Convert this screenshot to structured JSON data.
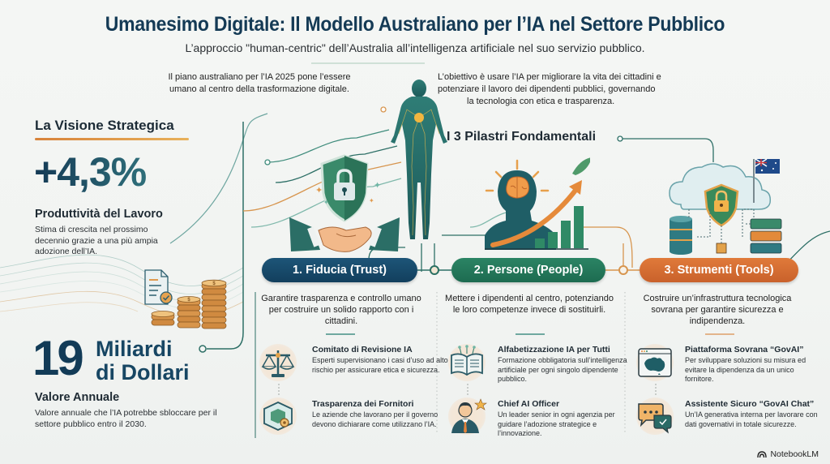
{
  "header": {
    "title": "Umanesimo Digitale: Il Modello Australiano per l’IA nel Settore Pubblico",
    "subtitle": "L’approccio \"human-centric\" dell’Australia all’intelligenza artificiale nel suo servizio pubblico."
  },
  "intro": {
    "left": "Il piano australiano per l’IA 2025 pone l’essere umano al centro della trasformazione digitale.",
    "right_line1": "L’obiettivo è usare l’IA per  migliorare la vita dei cittadini e",
    "right_line2": "potenziare il lavoro dei dipendenti pubblici, governando",
    "right_line3": "la tecnologia con etica e trasparenza."
  },
  "vision": {
    "title": "La Visione Strategica",
    "productivity": {
      "value": "+4,3%",
      "label": "Produttività del Lavoro",
      "description": "Stima di crescita nel prossimo decennio grazie a una più ampia adozione dell’IA."
    },
    "annual_value": {
      "number": "19",
      "unit_line1": "Miliardi",
      "unit_line2": "di Dollari",
      "label": "Valore Annuale",
      "description": "Valore annuale che l’IA potrebbe sbloccare per il settore pubblico entro il 2030."
    }
  },
  "pillars": {
    "heading": "I 3 Pilastri Fondamentali",
    "items": [
      {
        "label": "1. Fiducia (Trust)",
        "color": "#1a4d6e",
        "description": "Garantire trasparenza e controllo umano per costruire un solido rapporto con i cittadini.",
        "points": [
          {
            "icon": "scales-icon",
            "title": "Comitato di Revisione IA",
            "description": "Esperti supervisionano i casi d’uso ad alto rischio per assicurare etica e sicurezza."
          },
          {
            "icon": "transparent-box-gear-icon",
            "title": "Trasparenza dei Fornitori",
            "description": "Le aziende che lavorano per il governo devono dichiarare come utilizzano l’IA."
          }
        ]
      },
      {
        "label": "2. Persone (People)",
        "color": "#23775a",
        "description": "Mettere i dipendenti al centro, potenziando le loro competenze invece di sostituirli.",
        "points": [
          {
            "icon": "open-book-icon",
            "title": "Alfabetizzazione IA per Tutti",
            "description": "Formazione obbligatoria sull’intelligenza artificiale per ogni singolo dipendente pubblico."
          },
          {
            "icon": "executive-star-icon",
            "title": "Chief AI Officer",
            "description": "Un leader senior in ogni agenzia per guidare l’adozione strategice e l’innovazione."
          }
        ]
      },
      {
        "label": "3. Strumenti (Tools)",
        "color": "#d66d33",
        "description": "Costruire un’infrastruttura tecnologica sovrana per garantire sicurezza e indipendenza.",
        "points": [
          {
            "icon": "australia-map-window-icon",
            "title": "Piattaforma Sovrana “GovAI”",
            "description": "Per sviluppare soluzioni su misura ed evitare la dipendenza da un unico fornitore."
          },
          {
            "icon": "chat-bubbles-icon",
            "title": "Assistente Sicuro “GovAI Chat”",
            "description": "Un’IA generativa interna per lavorare con dati governativi in totale sicurezze."
          }
        ]
      }
    ]
  },
  "footer": {
    "brand": "NotebookLM"
  },
  "colors": {
    "navy": "#143a55",
    "green": "#23775a",
    "orange": "#d66d33",
    "gold": "#e3a24a",
    "background": "#f3f5f3"
  }
}
